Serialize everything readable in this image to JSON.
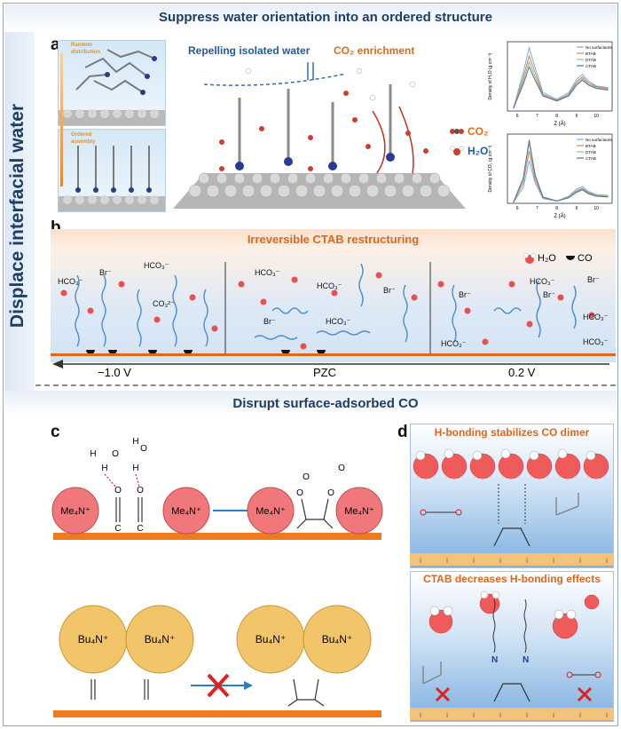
{
  "section_titles": {
    "top": "Suppress water orientation into an ordered structure",
    "side": "Displace interfacial water",
    "bottom": "Disrupt surface-adsorbed CO"
  },
  "panel_a": {
    "letter": "a",
    "random_label": "Random distribution",
    "ordered_label": "Ordered assembly",
    "repel_label": "Repelling isolated water",
    "co2_enrich_label": "CO₂ enrichment",
    "legend_co2": "CO₂",
    "legend_h2o": "H₂O",
    "colors": {
      "co2": "#e06a1a",
      "h2o": "#2a6fb8"
    }
  },
  "chart_data": [
    {
      "type": "line",
      "ylabel": "Density of H₂O (g cm⁻³)",
      "xlabel": "Z (Å)",
      "x_ticks": [
        "6",
        "7",
        "8",
        "9",
        "10"
      ],
      "xlim": [
        5.5,
        10.8
      ],
      "series": [
        {
          "name": "No surfactants",
          "color": "#6bb4e6",
          "x": [
            5.8,
            6.3,
            6.6,
            6.9,
            7.3,
            8.0,
            8.6,
            9.0,
            9.3,
            9.6,
            10.0,
            10.6
          ],
          "y": [
            0.3,
            4.6,
            7.6,
            5.2,
            2.2,
            1.4,
            2.2,
            3.8,
            4.4,
            3.6,
            3.0,
            2.8
          ]
        },
        {
          "name": "BTAB",
          "color": "#e07b5a",
          "x": [
            5.8,
            6.3,
            6.6,
            6.9,
            7.3,
            8.0,
            8.6,
            9.0,
            9.3,
            9.6,
            10.0,
            10.6
          ],
          "y": [
            0.3,
            4.0,
            6.6,
            4.6,
            2.0,
            1.3,
            2.0,
            3.5,
            4.1,
            3.4,
            2.9,
            2.7
          ]
        },
        {
          "name": "DTAB",
          "color": "#8ec07a",
          "x": [
            5.8,
            6.3,
            6.6,
            6.9,
            7.3,
            8.0,
            8.6,
            9.0,
            9.3,
            9.6,
            10.0,
            10.6
          ],
          "y": [
            0.3,
            3.6,
            5.9,
            4.1,
            1.9,
            1.2,
            1.9,
            3.3,
            3.9,
            3.2,
            2.8,
            2.6
          ]
        },
        {
          "name": "CTAB",
          "color": "#4f6fa8",
          "x": [
            5.8,
            6.3,
            6.6,
            6.9,
            7.3,
            8.0,
            8.6,
            9.0,
            9.3,
            9.6,
            10.0,
            10.6
          ],
          "y": [
            0.3,
            3.2,
            5.3,
            3.7,
            1.8,
            1.2,
            1.8,
            3.1,
            3.7,
            3.1,
            2.7,
            2.5
          ]
        }
      ]
    },
    {
      "type": "line",
      "ylabel": "Density of CO₂ (g cm⁻³)",
      "xlabel": "Z (Å)",
      "x_ticks": [
        "6",
        "7",
        "8",
        "9",
        "10"
      ],
      "xlim": [
        5.5,
        10.8
      ],
      "series": [
        {
          "name": "No surfactants",
          "color": "#6bb4e6",
          "x": [
            5.8,
            6.3,
            6.6,
            6.9,
            7.3,
            8.0,
            8.6,
            9.0,
            9.3,
            9.6,
            10.0,
            10.6
          ],
          "y": [
            0.1,
            2.0,
            5.4,
            2.6,
            0.6,
            0.3,
            0.9,
            1.8,
            2.1,
            1.5,
            1.1,
            1.0
          ]
        },
        {
          "name": "BTAB",
          "color": "#e07b5a",
          "x": [
            5.8,
            6.3,
            6.6,
            6.9,
            7.3,
            8.0,
            8.6,
            9.0,
            9.3,
            9.6,
            10.0,
            10.6
          ],
          "y": [
            0.1,
            2.6,
            6.6,
            3.0,
            0.7,
            0.3,
            0.8,
            1.6,
            1.9,
            1.4,
            1.0,
            0.9
          ]
        },
        {
          "name": "DTAB",
          "color": "#8ec07a",
          "x": [
            5.8,
            6.3,
            6.6,
            6.9,
            7.3,
            8.0,
            8.6,
            9.0,
            9.3,
            9.6,
            10.0,
            10.6
          ],
          "y": [
            0.1,
            3.0,
            7.6,
            3.4,
            0.8,
            0.3,
            0.8,
            1.5,
            1.8,
            1.3,
            1.0,
            0.9
          ]
        },
        {
          "name": "CTAB",
          "color": "#4f6fa8",
          "x": [
            5.8,
            6.3,
            6.6,
            6.9,
            7.3,
            8.0,
            8.6,
            9.0,
            9.3,
            9.6,
            10.0,
            10.6
          ],
          "y": [
            0.1,
            3.2,
            8.0,
            3.6,
            0.8,
            0.3,
            0.7,
            1.4,
            1.7,
            1.2,
            0.9,
            0.8
          ]
        }
      ]
    }
  ],
  "panel_b": {
    "letter": "b",
    "title": "Irreversible CTAB restructuring",
    "legend_h2o": "H₂O",
    "legend_co": "CO",
    "ion_br": "Br⁻",
    "ion_hco3": "HCO₃⁻",
    "ion_co3": "CO₃²⁻",
    "potentials": [
      "−1.0 V",
      "PZC",
      "0.2 V"
    ]
  },
  "panel_c": {
    "letter": "c",
    "me4n": "Me₄N⁺",
    "bu4n": "Bu₄N⁺",
    "h": "H",
    "o": "O",
    "c": "C"
  },
  "panel_d": {
    "letter": "d",
    "top_title": "H-bonding stabilizes CO dimer",
    "bottom_title": "CTAB decreases H-bonding effects",
    "surface_mark": "i",
    "n_label": "N"
  }
}
